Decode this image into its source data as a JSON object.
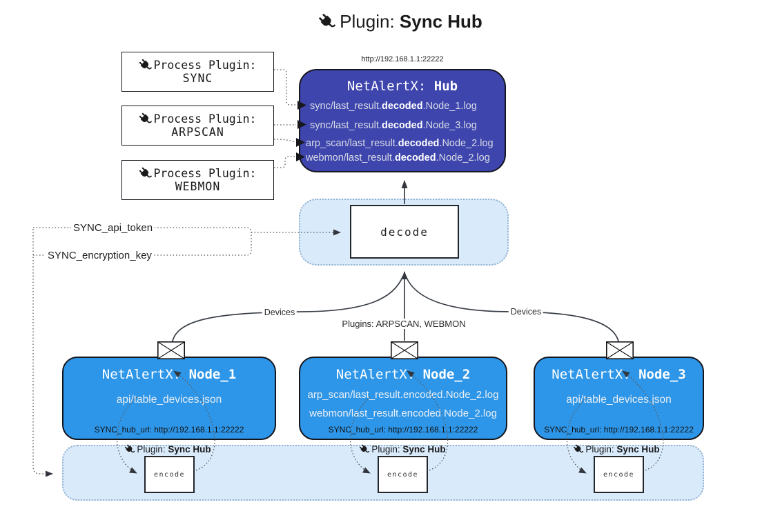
{
  "title": {
    "prefix": "Plugin: ",
    "bold": "Sync Hub"
  },
  "hub": {
    "url": "http://192.168.1.1:22222",
    "title_prefix": "NetAlertX: ",
    "title_bold": "Hub",
    "lines": [
      {
        "pre": "sync/last_result.",
        "bold": "decoded",
        "post": ".Node_1.log"
      },
      {
        "pre": "sync/last_result.",
        "bold": "decoded",
        "post": ".Node_3.log"
      },
      {
        "pre": "arp_scan/last_result.",
        "bold": "decoded",
        "post": ".Node_2.log"
      },
      {
        "pre": "webmon/last_result.",
        "bold": "decoded",
        "post": ".Node_2.log"
      }
    ]
  },
  "process_plugins": {
    "line1": "Process Plugin:",
    "items": [
      {
        "name": "SYNC"
      },
      {
        "name": "ARPSCAN"
      },
      {
        "name": "WEBMON"
      }
    ]
  },
  "config": {
    "api_token": "SYNC_api_token",
    "encryption_key": "SYNC_encryption_key"
  },
  "decode": {
    "label": "decode"
  },
  "edges": {
    "devices_left": "Devices",
    "devices_right": "Devices",
    "plugins_center": "Plugins: ARPSCAN, WEBMON"
  },
  "nodes": [
    {
      "title_prefix": "NetAlertX: ",
      "title_bold": "Node_1",
      "files": [
        "api/table_devices.json"
      ],
      "hub_url": "SYNC_hub_url: http://192.168.1.1:22222"
    },
    {
      "title_prefix": "NetAlertX: ",
      "title_bold": "Node_2",
      "files": [
        "arp_scan/last_result.encoded.Node_2.log",
        "webmon/last_result.encoded.Node_2.log"
      ],
      "hub_url": "SYNC_hub_url: http://192.168.1.1:22222"
    },
    {
      "title_prefix": "NetAlertX: ",
      "title_bold": "Node_3",
      "files": [
        "api/table_devices.json"
      ],
      "hub_url": "SYNC_hub_url: http://192.168.1.1:22222"
    }
  ],
  "encoder": {
    "label_prefix": "Plugin: ",
    "label_bold": "Sync Hub",
    "box_label": "encode"
  },
  "icons": {
    "plug": "plug-icon",
    "envelope": "envelope-icon"
  },
  "colors": {
    "hub_bg": "#3e46ae",
    "node_bg": "#2e96e8",
    "panel_bg": "#d9eafb",
    "panel_border": "#93b1cd",
    "arrow": "#3a3f47",
    "text_light": "#e8eef5",
    "text_dark": "#1a1a1a"
  }
}
